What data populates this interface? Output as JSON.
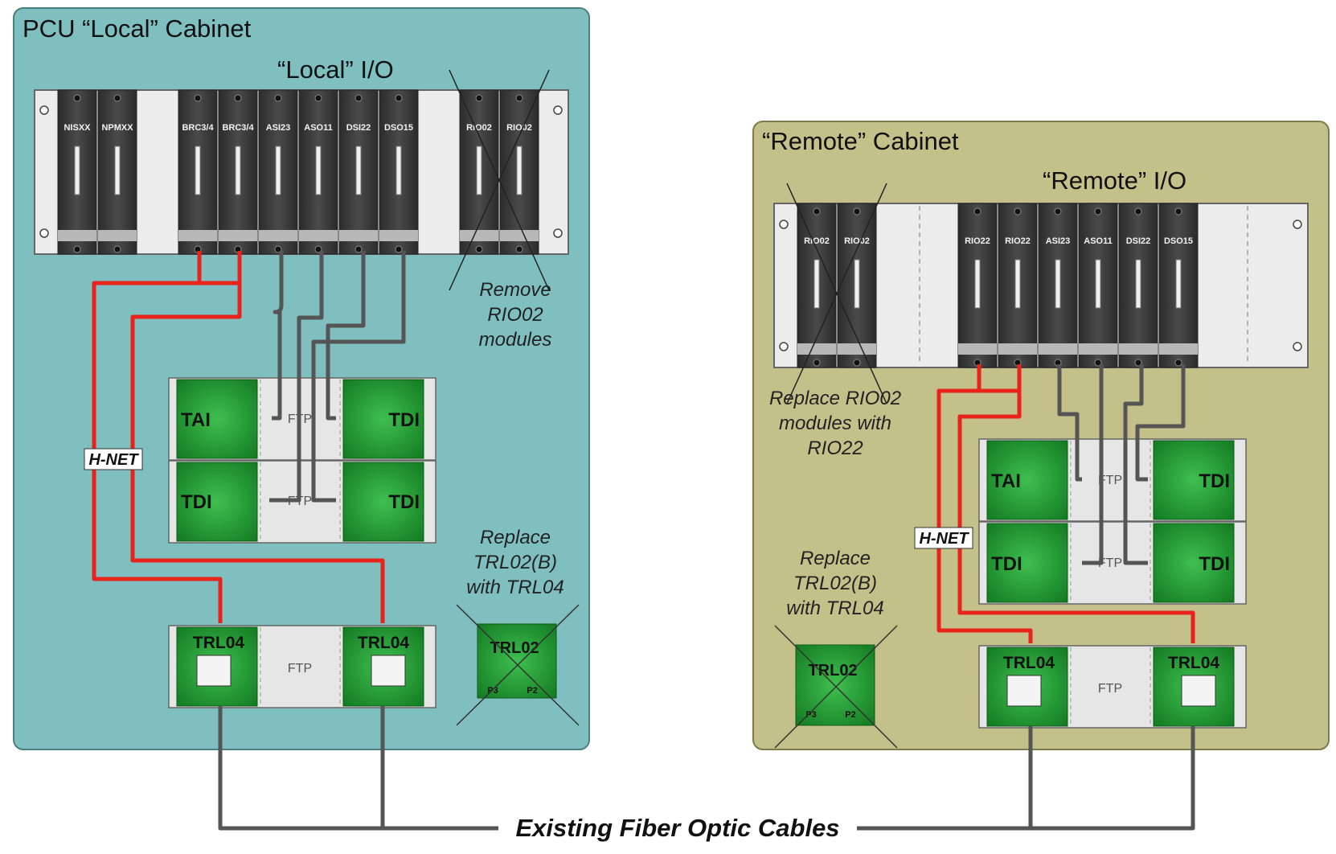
{
  "colors": {
    "local_cabinet": "#7fbfbf",
    "remote_cabinet": "#c4c08a",
    "hnet": "#e8231c",
    "cable": "#555555",
    "board": "#1f8f2e",
    "module": "#3a3a3a"
  },
  "local": {
    "title": "PCU “Local” Cabinet",
    "io_title": "“Local” I/O",
    "modules": [
      {
        "label": "NISXX",
        "removed": false
      },
      {
        "label": "NPMXX",
        "removed": false
      },
      {
        "label": "",
        "removed": false
      },
      {
        "label": "BRC3/4",
        "removed": false
      },
      {
        "label": "BRC3/4",
        "removed": false
      },
      {
        "label": "ASI23",
        "removed": false
      },
      {
        "label": "ASO11",
        "removed": false
      },
      {
        "label": "DSI22",
        "removed": false
      },
      {
        "label": "DSO15",
        "removed": false
      },
      {
        "label": "",
        "removed": false
      },
      {
        "label": "RIO02",
        "removed": true
      },
      {
        "label": "RIO02",
        "removed": true
      }
    ],
    "remove_note": [
      "Remove",
      "RIO02",
      "modules"
    ],
    "hnet_label": "H-NET",
    "terminal_boards": [
      {
        "left": "TAI",
        "right": "TDI",
        "middle": "FTP"
      },
      {
        "left": "TDI",
        "right": "TDI",
        "middle": "FTP"
      }
    ],
    "trl_board": {
      "left": "TRL04",
      "right": "TRL04",
      "middle": "FTP"
    },
    "replace_note": [
      "Replace",
      "TRL02(B)",
      "with TRL04"
    ],
    "old_trl": "TRL02",
    "old_trl_ports": [
      "P3",
      "P2"
    ]
  },
  "remote": {
    "title": "“Remote” Cabinet",
    "io_title": "“Remote” I/O",
    "modules": [
      {
        "label": "RIO02",
        "removed": true
      },
      {
        "label": "RIO02",
        "removed": true
      },
      {
        "label": "",
        "removed": false
      },
      {
        "label": "",
        "removed": false
      },
      {
        "label": "RIO22",
        "removed": false
      },
      {
        "label": "RIO22",
        "removed": false
      },
      {
        "label": "ASI23",
        "removed": false
      },
      {
        "label": "ASO11",
        "removed": false
      },
      {
        "label": "DSI22",
        "removed": false
      },
      {
        "label": "DSO15",
        "removed": false
      }
    ],
    "replace_rio_note": [
      "Replace RIO02",
      "modules with",
      "RIO22"
    ],
    "hnet_label": "H-NET",
    "terminal_boards": [
      {
        "left": "TAI",
        "right": "TDI",
        "middle": "FTP"
      },
      {
        "left": "TDI",
        "right": "TDI",
        "middle": "FTP"
      }
    ],
    "trl_board": {
      "left": "TRL04",
      "right": "TRL04",
      "middle": "FTP"
    },
    "replace_note": [
      "Replace",
      "TRL02(B)",
      "with TRL04"
    ],
    "old_trl": "TRL02",
    "old_trl_ports": [
      "P3",
      "P2"
    ]
  },
  "fiber_label": "Existing Fiber Optic Cables"
}
